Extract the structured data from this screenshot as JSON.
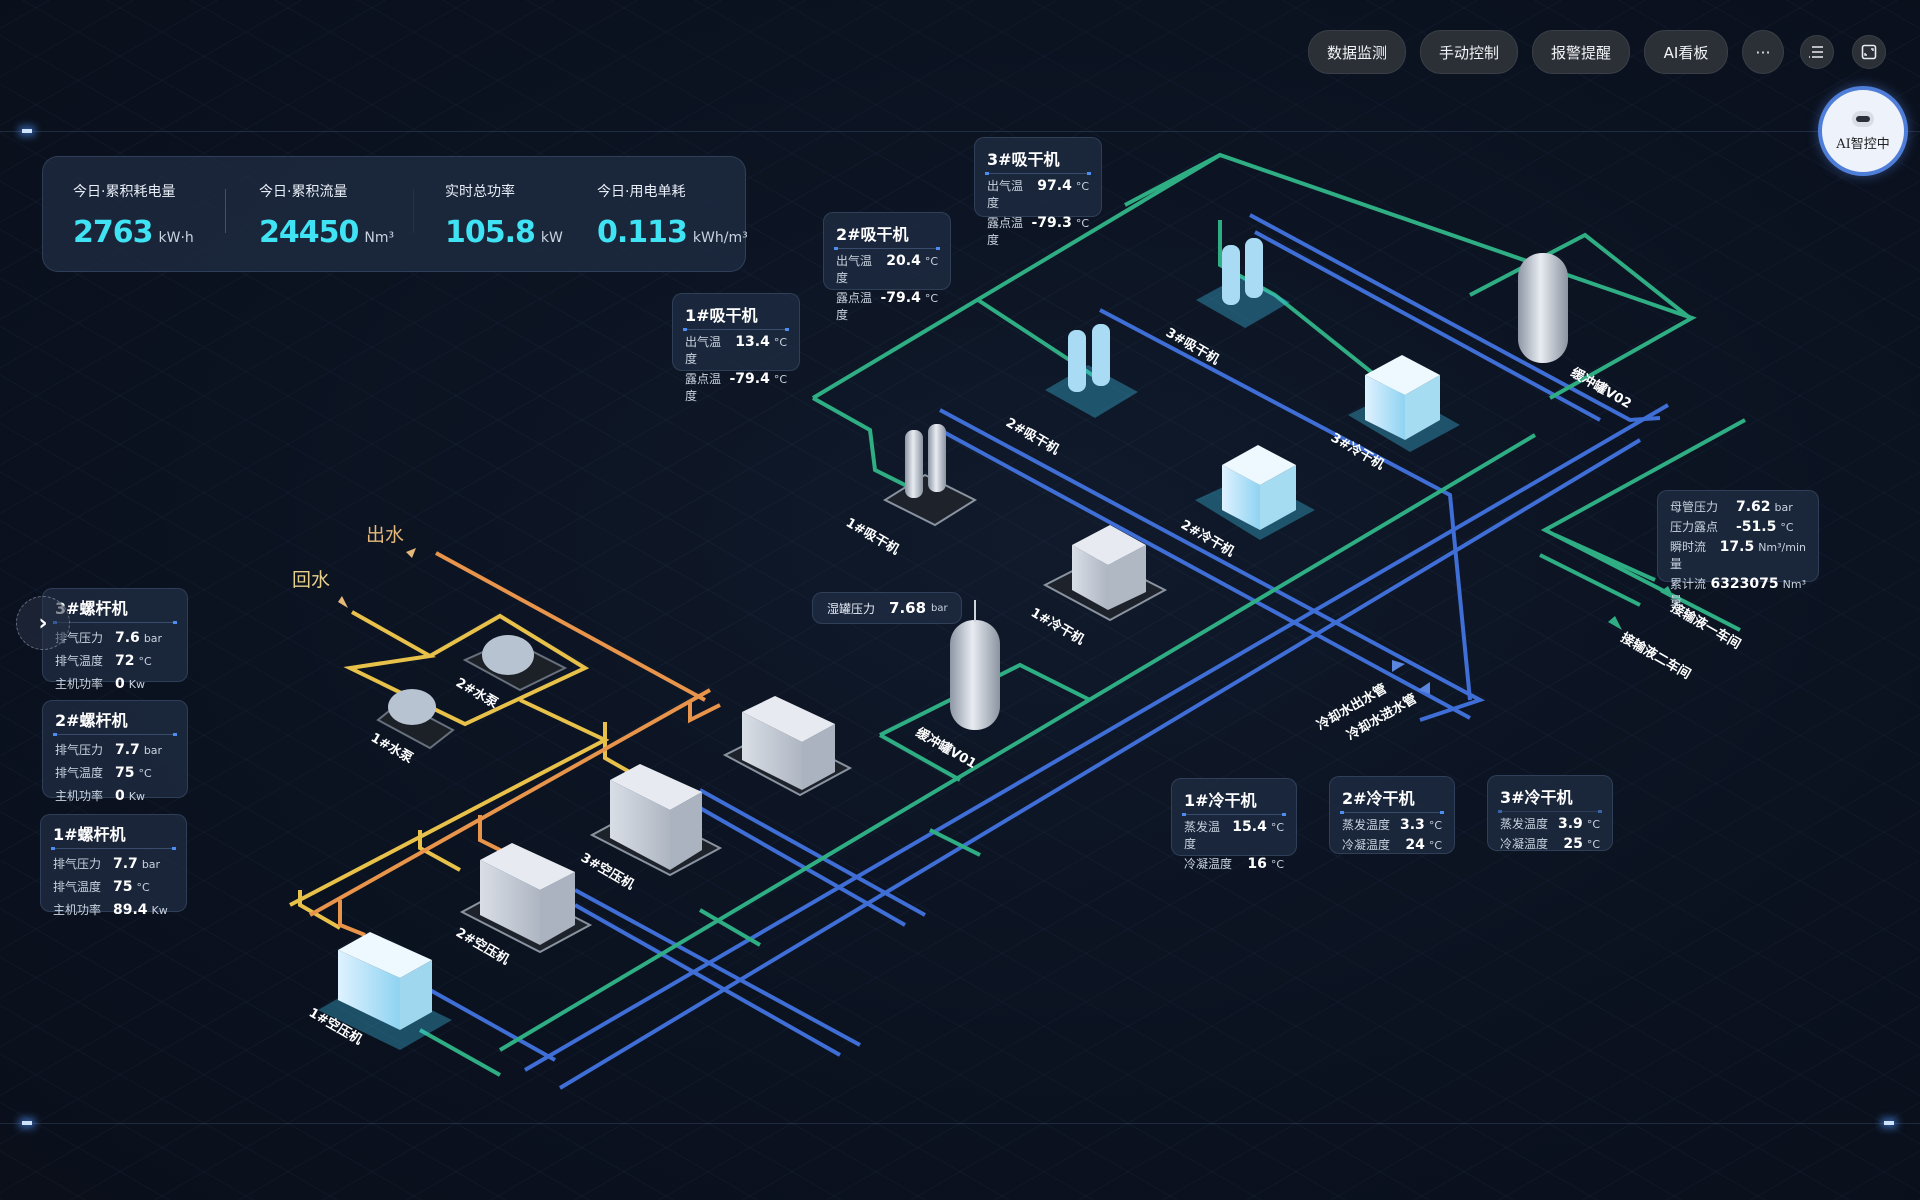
{
  "nav": {
    "buttons": [
      "数据监测",
      "手动控制",
      "报警提醒",
      "AI看板"
    ],
    "more_icon": "more-horizontal-icon",
    "list_icon": "list-icon",
    "fullscreen_icon": "fullscreen-icon",
    "ai_status": "AI智控中"
  },
  "stats": [
    {
      "label": "今日·累积耗电量",
      "value": "2763",
      "unit": "kW·h"
    },
    {
      "label": "今日·累积流量",
      "value": "24450",
      "unit": "Nm³"
    },
    {
      "label": "实时总功率",
      "value": "105.8",
      "unit": "kW"
    },
    {
      "label": "今日·用电单耗",
      "value": "0.113",
      "unit": "kWh/m³"
    }
  ],
  "adsorption_dryers": [
    {
      "title": "1#吸干机",
      "rows": [
        {
          "k": "出气温度",
          "v": "13.4",
          "u": "°C"
        },
        {
          "k": "露点温度",
          "v": "-79.4",
          "u": "°C"
        }
      ]
    },
    {
      "title": "2#吸干机",
      "rows": [
        {
          "k": "出气温度",
          "v": "20.4",
          "u": "°C"
        },
        {
          "k": "露点温度",
          "v": "-79.4",
          "u": "°C"
        }
      ]
    },
    {
      "title": "3#吸干机",
      "rows": [
        {
          "k": "出气温度",
          "v": "97.4",
          "u": "°C"
        },
        {
          "k": "露点温度",
          "v": "-79.3",
          "u": "°C"
        }
      ]
    }
  ],
  "screw_compressors": [
    {
      "title": "3#螺杆机",
      "rows": [
        {
          "k": "排气压力",
          "v": "7.6",
          "u": "bar"
        },
        {
          "k": "排气温度",
          "v": "72",
          "u": "°C"
        },
        {
          "k": "主机功率",
          "v": "0",
          "u": "Kw"
        }
      ]
    },
    {
      "title": "2#螺杆机",
      "rows": [
        {
          "k": "排气压力",
          "v": "7.7",
          "u": "bar"
        },
        {
          "k": "排气温度",
          "v": "75",
          "u": "°C"
        },
        {
          "k": "主机功率",
          "v": "0",
          "u": "Kw"
        }
      ]
    },
    {
      "title": "1#螺杆机",
      "rows": [
        {
          "k": "排气压力",
          "v": "7.7",
          "u": "bar"
        },
        {
          "k": "排气温度",
          "v": "75",
          "u": "°C"
        },
        {
          "k": "主机功率",
          "v": "89.4",
          "u": "Kw"
        }
      ]
    }
  ],
  "refrigerated_dryers": [
    {
      "title": "1#冷干机",
      "rows": [
        {
          "k": "蒸发温度",
          "v": "15.4",
          "u": "°C"
        },
        {
          "k": "冷凝温度",
          "v": "16",
          "u": "°C"
        }
      ]
    },
    {
      "title": "2#冷干机",
      "rows": [
        {
          "k": "蒸发温度",
          "v": "3.3",
          "u": "°C"
        },
        {
          "k": "冷凝温度",
          "v": "24",
          "u": "°C"
        }
      ]
    },
    {
      "title": "3#冷干机",
      "rows": [
        {
          "k": "蒸发温度",
          "v": "3.9",
          "u": "°C"
        },
        {
          "k": "冷凝温度",
          "v": "25",
          "u": "°C"
        }
      ]
    }
  ],
  "header_pipe": {
    "rows": [
      {
        "k": "母管压力",
        "v": "7.62",
        "u": "bar"
      },
      {
        "k": "压力露点",
        "v": "-51.5",
        "u": "°C"
      },
      {
        "k": "瞬时流量",
        "v": "17.5",
        "u": "Nm³/min"
      },
      {
        "k": "累计流量",
        "v": "6323075",
        "u": "Nm³"
      }
    ]
  },
  "wet_tank": {
    "k": "湿罐压力",
    "v": "7.68",
    "u": "bar"
  },
  "equipment_labels": {
    "pump1": "1#水泵",
    "pump2": "2#水泵",
    "comp1": "1#空压机",
    "comp2": "2#空压机",
    "comp3": "3#空压机",
    "ad1": "1#吸干机",
    "ad2": "2#吸干机",
    "ad3": "3#吸干机",
    "rd1": "1#冷干机",
    "rd2": "2#冷干机",
    "rd3": "3#冷干机",
    "tank1": "缓冲罐V01",
    "tank2": "缓冲罐V02",
    "out1": "接输液一车间",
    "out2": "接输液二车间",
    "cw_out": "冷却水出水管",
    "cw_in": "冷却水进水管"
  },
  "water": {
    "out": "出水",
    "return": "回水"
  },
  "colors": {
    "accent": "#3fe3f4",
    "air_pipe": "#2fae84",
    "cooling_pipe": "#3f6fd6",
    "water_out": "#e8944a",
    "water_return": "#e8c14a"
  }
}
